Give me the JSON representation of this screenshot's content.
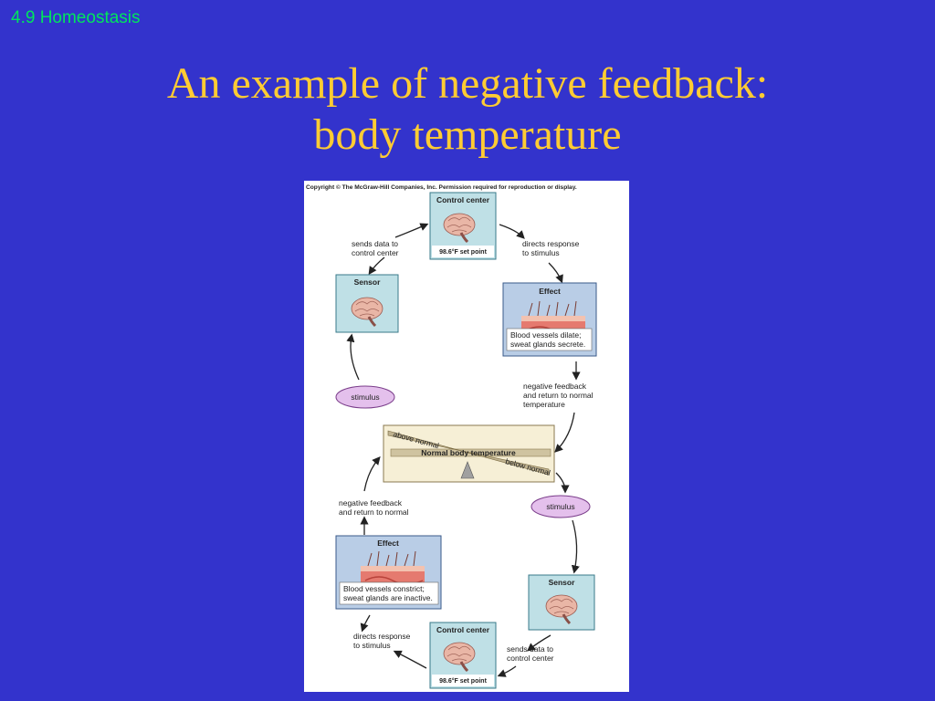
{
  "slide": {
    "section": "4.9 Homeostasis",
    "title_line1": "An example of negative feedback:",
    "title_line2": "body temperature"
  },
  "figure": {
    "copyright": "Copyright © The McGraw-Hill Companies, Inc. Permission required for reproduction or display.",
    "top_loop": {
      "control_center_title": "Control center",
      "control_center_setpoint": "98.6°F set point",
      "sends_data_1": "sends data to",
      "sends_data_2": "control center",
      "directs_1": "directs response",
      "directs_2": "to stimulus",
      "sensor_title": "Sensor",
      "effect_title": "Effect",
      "effect_caption_1": "Blood vessels dilate;",
      "effect_caption_2": "sweat glands secrete.",
      "feedback_1": "negative feedback",
      "feedback_2": "and return to normal",
      "feedback_3": "temperature",
      "stimulus": "stimulus"
    },
    "balance": {
      "above": "above normal",
      "normal": "Normal  body temperature",
      "below": "below normal"
    },
    "bottom_loop": {
      "stimulus": "stimulus",
      "feedback_1": "negative feedback",
      "feedback_2": "and return to normal",
      "effect_title": "Effect",
      "effect_caption_1": "Blood vessels constrict;",
      "effect_caption_2": "sweat glands are inactive.",
      "sensor_title": "Sensor",
      "directs_1": "directs response",
      "directs_2": "to stimulus",
      "control_center_title": "Control center",
      "control_center_setpoint": "98.6°F set point",
      "sends_data_1": "sends data to",
      "sends_data_2": "control center"
    }
  }
}
